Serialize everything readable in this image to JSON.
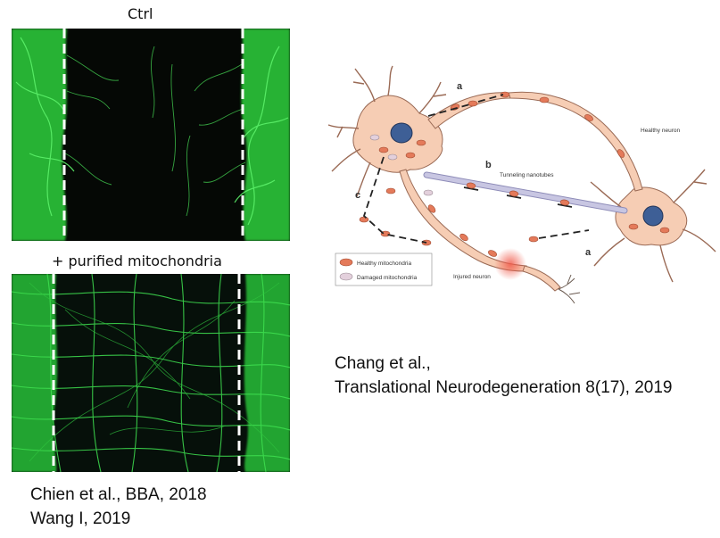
{
  "panels": {
    "ctrl_label": "Ctrl",
    "mito_label": "+ purified mitochondria"
  },
  "citations": {
    "left_line1": "Chien et al., BBA, 2018",
    "left_line2": "Wang I,  2019",
    "right_line1": "Chang et al.,",
    "right_line2": "Translational Neurodegeneration 8(17), 2019"
  },
  "diagram": {
    "marker_a_top": "a",
    "marker_a_bottom": "a",
    "marker_b": "b",
    "marker_c": "c",
    "healthy_neuron": "Healthy neuron",
    "tunneling_nanotubes": "Tunneling nanotubes",
    "injured_neuron": "Injured neuron",
    "legend_healthy": "Healthy mitochondria",
    "legend_damaged": "Damaged mitochondria"
  },
  "colors": {
    "neuron_fill": "#f6cdb4",
    "neuron_stroke": "#9a6a55",
    "nucleus": "#3e5f96",
    "healthy_mito": "#e47a5a",
    "damaged_mito": "#e3d0dc",
    "nanotube": "#c8c6e2",
    "micro_green": "#38e64a",
    "micro_bg": "#060a05"
  }
}
